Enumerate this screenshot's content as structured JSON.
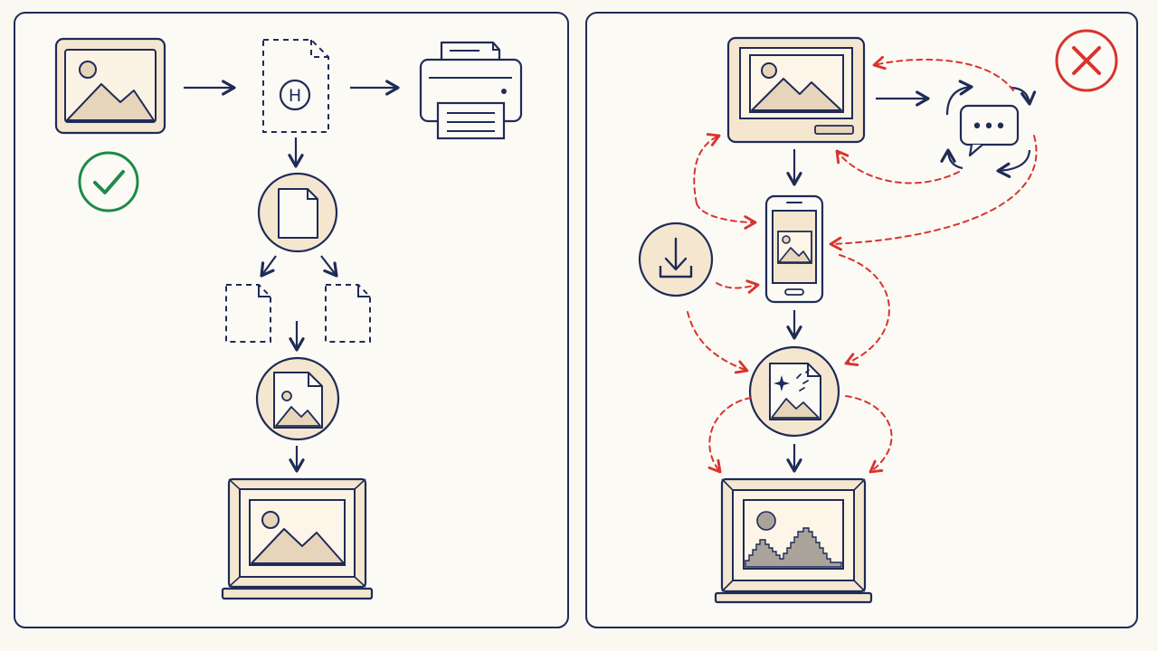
{
  "colors": {
    "background": "#fbf8f2",
    "ink": "#1f2b57",
    "fill": "#f5e7cf",
    "landscape": "#e7d5bb",
    "success": "#1e8a4a",
    "error": "#d8342e",
    "degraded": "#a9a39a"
  },
  "left_panel": {
    "status_icon": "check-circle-icon",
    "nodes": [
      {
        "id": "source-image",
        "icon": "image-icon"
      },
      {
        "id": "hash-document",
        "icon": "document-h-icon"
      },
      {
        "id": "printer",
        "icon": "printer-icon"
      },
      {
        "id": "master-file",
        "icon": "file-icon"
      },
      {
        "id": "copy-a",
        "icon": "dashed-file-icon"
      },
      {
        "id": "copy-b",
        "icon": "dashed-file-icon"
      },
      {
        "id": "image-file",
        "icon": "image-file-icon"
      },
      {
        "id": "display",
        "icon": "laptop-image-icon"
      }
    ],
    "hash_letter": "H"
  },
  "right_panel": {
    "status_icon": "x-circle-icon",
    "nodes": [
      {
        "id": "monitor",
        "icon": "monitor-image-icon"
      },
      {
        "id": "chat-cycle",
        "icon": "chat-cycle-icon"
      },
      {
        "id": "download",
        "icon": "download-icon"
      },
      {
        "id": "phone",
        "icon": "phone-image-icon"
      },
      {
        "id": "edited-image",
        "icon": "sparkle-image-file-icon"
      },
      {
        "id": "degraded-display",
        "icon": "laptop-pixelated-image-icon"
      }
    ],
    "chat_dots": "•••"
  }
}
